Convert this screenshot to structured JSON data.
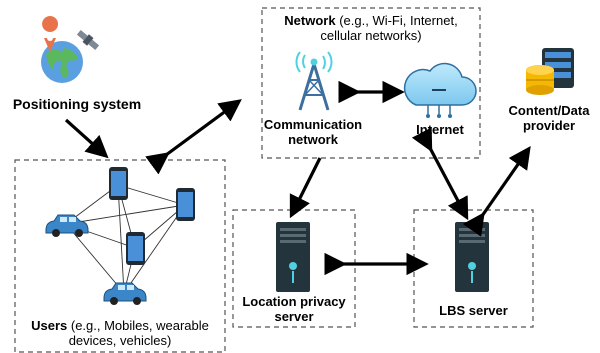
{
  "nodes": {
    "positioning": {
      "label": "Positioning system"
    },
    "communication": {
      "label": "Communication network"
    },
    "internet": {
      "label": "Internet"
    },
    "content": {
      "label": "Content/Data provider"
    },
    "privacy_server": {
      "label": "Location privacy server"
    },
    "lbs_server": {
      "label": "LBS server"
    }
  },
  "groups": {
    "network": {
      "title_bold": "Network",
      "title_rest": " (e.g., Wi-Fi, Internet,",
      "title_line2": "cellular networks)"
    },
    "users": {
      "title_bold": "Users",
      "title_rest": " (e.g., Mobiles, wearable",
      "title_line2": "devices, vehicles)"
    }
  },
  "icons": [
    "satellite-globe-icon",
    "cell-tower-icon",
    "cloud-icon",
    "database-icon",
    "smartphone-icon",
    "car-icon",
    "server-icon"
  ],
  "colors": {
    "phone_blue": "#4a90d9",
    "car_blue": "#3b86c8",
    "server_dark": "#24343c",
    "accent_cyan": "#4fd1e0",
    "globe_green": "#5cb85c",
    "pin_orange": "#e8734a"
  }
}
